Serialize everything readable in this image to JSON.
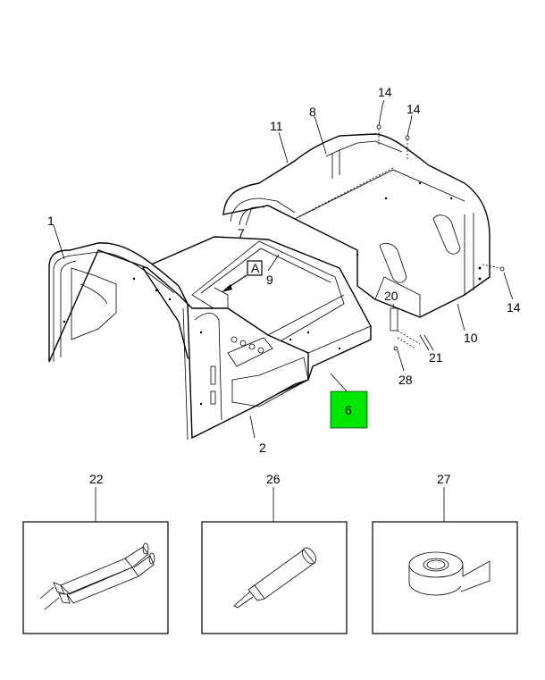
{
  "diagram": {
    "callouts": {
      "c1": "1",
      "c2": "2",
      "c6": "6",
      "c7": "7",
      "c8": "8",
      "c9": "9",
      "c10": "10",
      "c11": "11",
      "c14a": "14",
      "c14b": "14",
      "c14c": "14",
      "c20": "20",
      "c21": "21",
      "c22": "22",
      "c26": "26",
      "c27": "27",
      "c28": "28",
      "viewA": "A"
    },
    "highlight_color": "#00e600"
  }
}
